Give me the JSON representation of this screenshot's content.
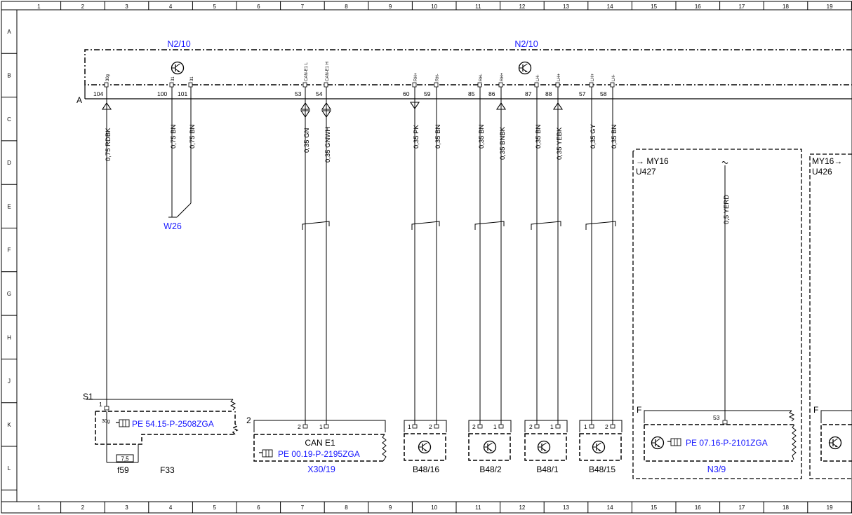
{
  "frame": {
    "columns": [
      "1",
      "2",
      "3",
      "4",
      "5",
      "6",
      "7",
      "8",
      "9",
      "10",
      "11",
      "12",
      "13",
      "14",
      "15",
      "16",
      "17",
      "18",
      "19"
    ],
    "rows": [
      "A",
      "B",
      "C",
      "D",
      "E",
      "F",
      "G",
      "H",
      "J",
      "K",
      "L"
    ]
  },
  "module": {
    "label_left": "N2/10",
    "label_right": "N2/10",
    "connector_letter": "A",
    "pins": [
      {
        "num": "104",
        "name": "30g",
        "wire": "0,75 RDBK"
      },
      {
        "num": "100",
        "name": "31",
        "wire": "0,75 BN"
      },
      {
        "num": "101",
        "name": "31",
        "wire": "0,75 BN"
      },
      {
        "num": "53",
        "name": "CAN-E1 L",
        "wire": "0,35 GN"
      },
      {
        "num": "54",
        "name": "CAN-E1 H",
        "wire": "0,35 GNWH"
      },
      {
        "num": "60",
        "name": "RH+",
        "wire": "0,35 PK"
      },
      {
        "num": "59",
        "name": "RH-",
        "wire": "0,35 BN"
      },
      {
        "num": "85",
        "name": "RH-",
        "wire": "0,35 BN"
      },
      {
        "num": "86",
        "name": "RH+",
        "wire": "0,35 BNBK"
      },
      {
        "num": "87",
        "name": "LH-",
        "wire": "0,35 BN"
      },
      {
        "num": "88",
        "name": "LH+",
        "wire": "0,35 YEBK"
      },
      {
        "num": "57",
        "name": "LH+",
        "wire": "0,35 GY"
      },
      {
        "num": "58",
        "name": "LH-",
        "wire": "0,35 BN"
      }
    ]
  },
  "ground_label": "W26",
  "fuse_block": {
    "connector": "S1",
    "pin_num": "1",
    "pin_name": "30g",
    "ref": "PE 54.15-P-2508ZGA",
    "fuse_value": "7,5",
    "fuse_label": "f59",
    "block_label": "F33"
  },
  "can_connector": {
    "connector": "2",
    "pins": [
      "2",
      "1"
    ],
    "title": "CAN E1",
    "ref": "PE 00.19-P-2195ZGA",
    "label": "X30/19"
  },
  "sensors": [
    {
      "label": "B48/16",
      "pins": [
        "1",
        "2"
      ]
    },
    {
      "label": "B48/2",
      "pins": [
        "2",
        "1"
      ]
    },
    {
      "label": "B48/1",
      "pins": [
        "2",
        "1"
      ]
    },
    {
      "label": "B48/15",
      "pins": [
        "1",
        "2"
      ]
    }
  ],
  "variant_left": {
    "title": "→ MY16",
    "code": "U427",
    "wire": "0,5 YERD",
    "connector": "F",
    "pin": "53",
    "ref": "PE 07.16-P-2101ZGA",
    "label": "N3/9"
  },
  "variant_right": {
    "title": "MY16→",
    "code": "U426",
    "connector": "F"
  }
}
